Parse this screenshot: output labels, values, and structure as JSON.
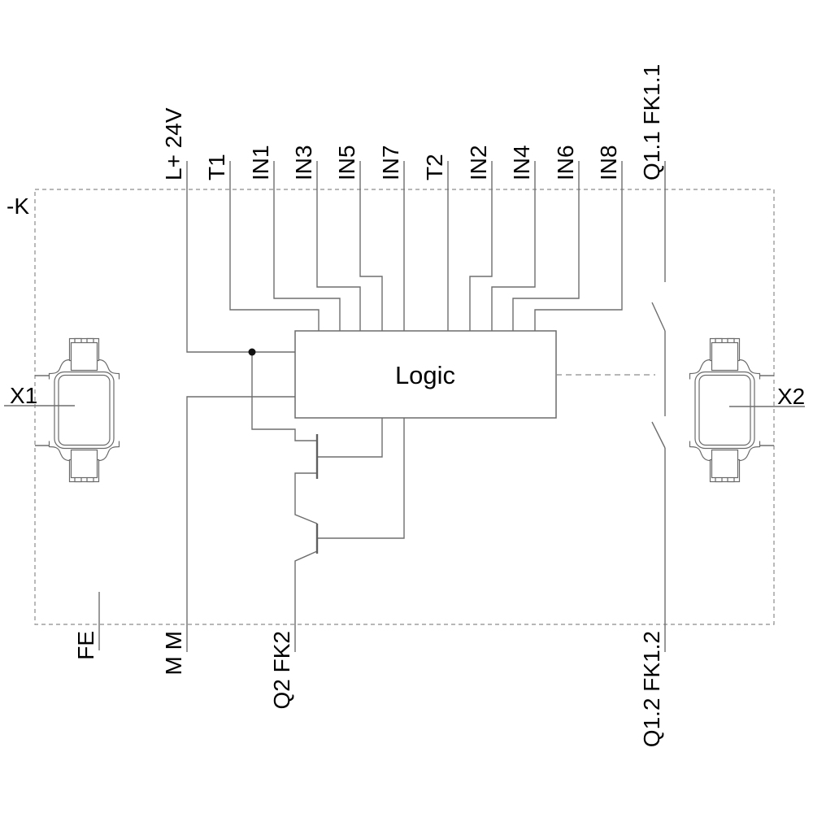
{
  "module": {
    "frame_label": "-K",
    "logic_label": "Logic"
  },
  "top_terminals": [
    {
      "label": "L+ 24V"
    },
    {
      "label": "T1"
    },
    {
      "label": "IN1"
    },
    {
      "label": "IN3"
    },
    {
      "label": "IN5"
    },
    {
      "label": "IN7"
    },
    {
      "label": "T2"
    },
    {
      "label": "IN2"
    },
    {
      "label": "IN4"
    },
    {
      "label": "IN6"
    },
    {
      "label": "IN8"
    },
    {
      "label": "Q1.1 FK1.1"
    }
  ],
  "bottom_terminals": [
    {
      "label": "FE"
    },
    {
      "label": "M M"
    },
    {
      "label": "Q2 FK2"
    },
    {
      "label": "Q1.2 FK1.2"
    }
  ],
  "connectors": [
    {
      "label": "X1"
    },
    {
      "label": "X2"
    }
  ],
  "colors": {
    "background": "#ffffff",
    "wire": "#6e6e6e",
    "frame_dash": "#8c8c8c",
    "text": "#000000"
  }
}
